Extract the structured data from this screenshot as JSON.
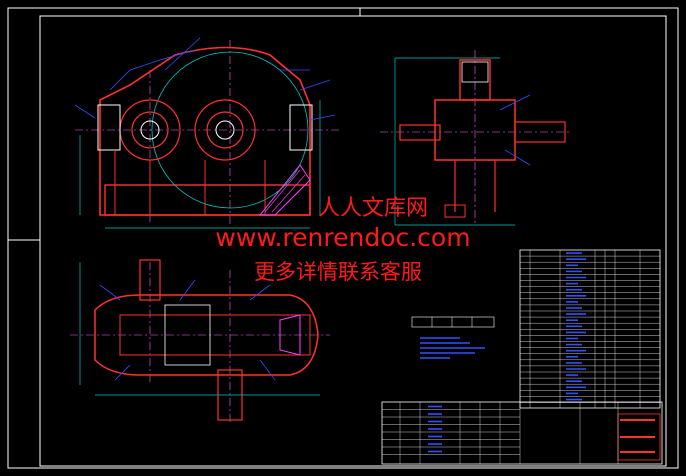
{
  "watermark": {
    "line1": "人人文库网",
    "line2": "www.renrendoc.com",
    "line3": "更多详情联系客服"
  },
  "colors": {
    "background": "#000000",
    "frame": "#ffffff",
    "gear_housing": "#ff3030",
    "leader_lines": "#3050ff",
    "dimension_lines": "#00c8c8",
    "center_lines": "#ff60ff",
    "hatching": "#ff40ff",
    "table_text": "#3050ff",
    "watermark": "#ff1a1a"
  }
}
